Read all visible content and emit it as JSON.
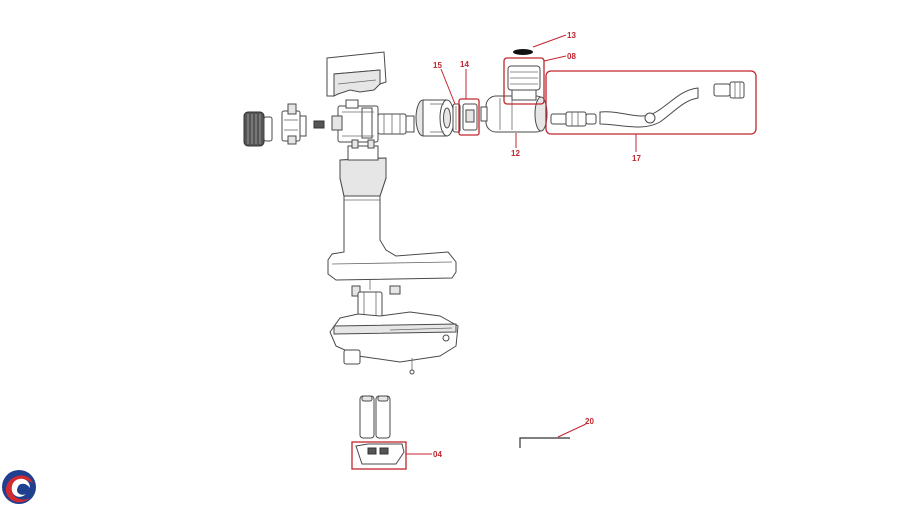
{
  "colors": {
    "callout": "#c0262d",
    "line_art": "#4a4a4a",
    "logo_blue": "#1f3f8f",
    "logo_red": "#d42a2f"
  },
  "callouts": {
    "c13": "13",
    "c08": "08",
    "c15": "15",
    "c14": "14",
    "c12": "12",
    "c17": "17",
    "c20": "20",
    "c04": "04"
  },
  "logo": {
    "icon": "swirl-logo-icon"
  }
}
